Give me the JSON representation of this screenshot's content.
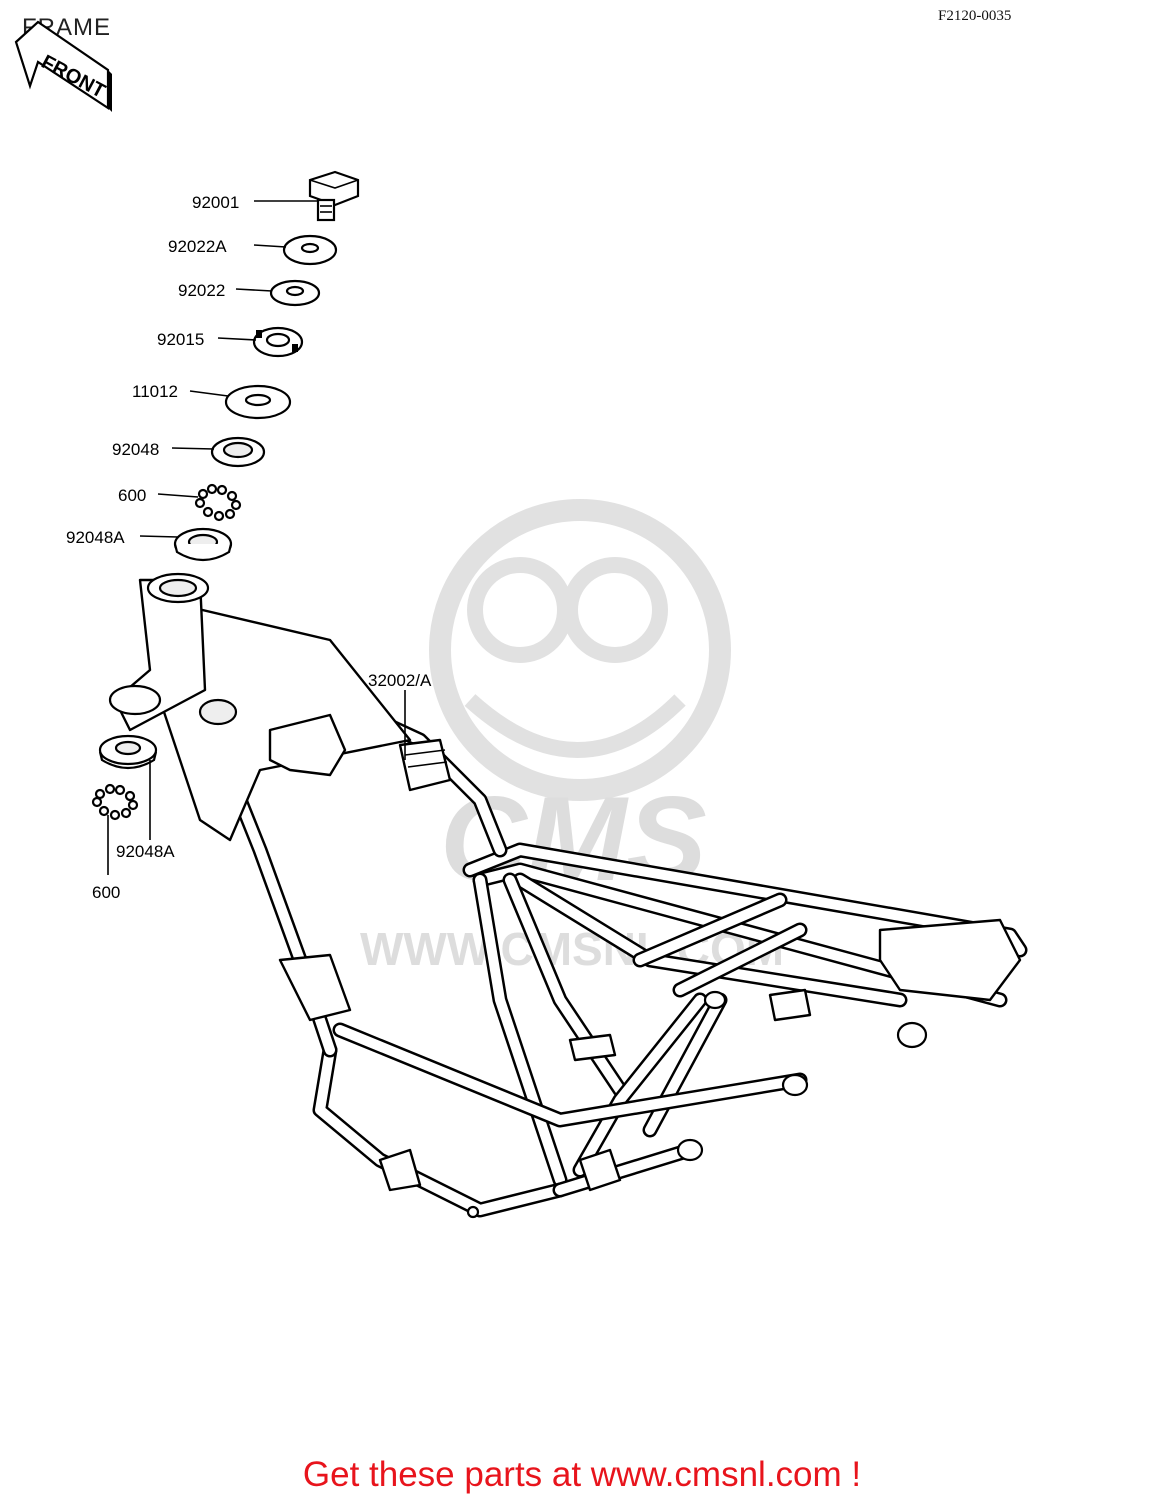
{
  "header": {
    "title": "FRAME",
    "diagram_code": "F2120-0035"
  },
  "front_marker": "FRONT",
  "parts": [
    {
      "id": "p1",
      "number": "92001"
    },
    {
      "id": "p2",
      "number": "92022A"
    },
    {
      "id": "p3",
      "number": "92022"
    },
    {
      "id": "p4",
      "number": "92015"
    },
    {
      "id": "p5",
      "number": "11012"
    },
    {
      "id": "p6",
      "number": "92048"
    },
    {
      "id": "p7",
      "number": "600"
    },
    {
      "id": "p8",
      "number": "92048A"
    },
    {
      "id": "p9",
      "number": "32002/A"
    },
    {
      "id": "p10",
      "number": "92048A"
    },
    {
      "id": "p11",
      "number": "600"
    }
  ],
  "watermark": {
    "logo": "CMS",
    "url": "WWW.CMSNL.COM"
  },
  "footer": {
    "link_text": "Get these parts at www.cmsnl.com !",
    "color": "#e8141c"
  }
}
